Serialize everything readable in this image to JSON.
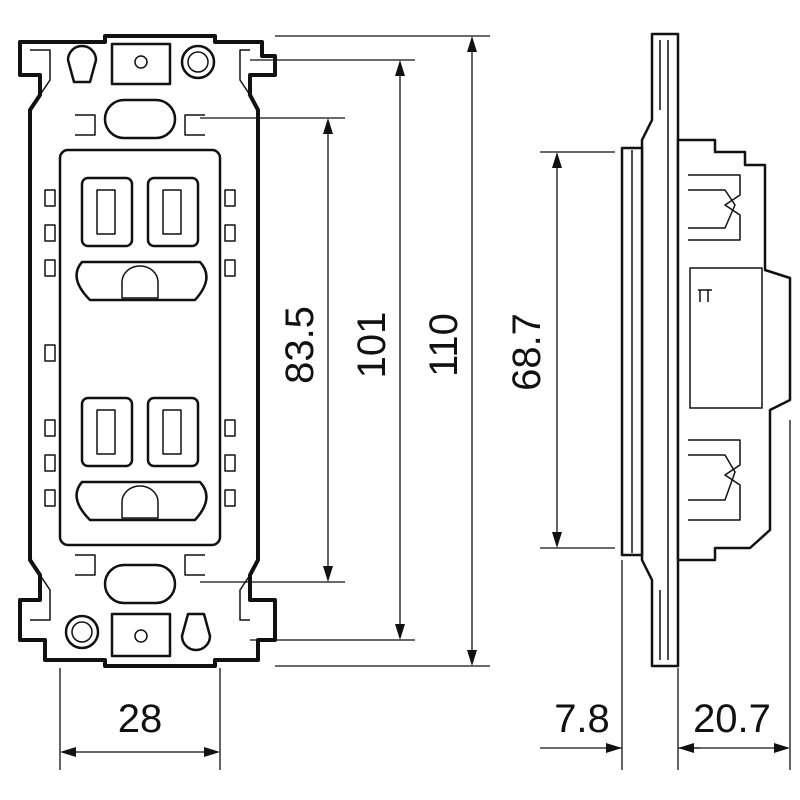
{
  "dimensions": {
    "width_28": "28",
    "height_83_5": "83.5",
    "height_101": "101",
    "height_110": "110",
    "height_68_7": "68.7",
    "depth_7_8": "7.8",
    "depth_20_7": "20.7"
  }
}
